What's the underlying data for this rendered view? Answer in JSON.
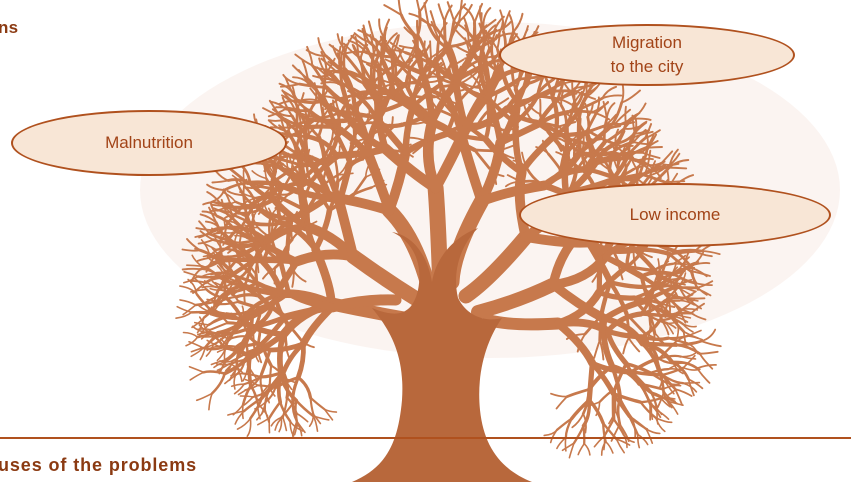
{
  "headings": {
    "top": "ns",
    "bottom": "uses of the problems"
  },
  "bubbles": {
    "migration": "Migration\nto the city",
    "malnutrition": "Malnutrition",
    "low_income": "Low income"
  },
  "colors": {
    "tree": "#c7794c",
    "tree_dark": "#b8683c",
    "bubble_fill": "#f8e6d6",
    "bubble_border": "#b0511e",
    "text_accent": "#a24418",
    "heading": "#8b3a12",
    "rule": "#b0511e"
  }
}
